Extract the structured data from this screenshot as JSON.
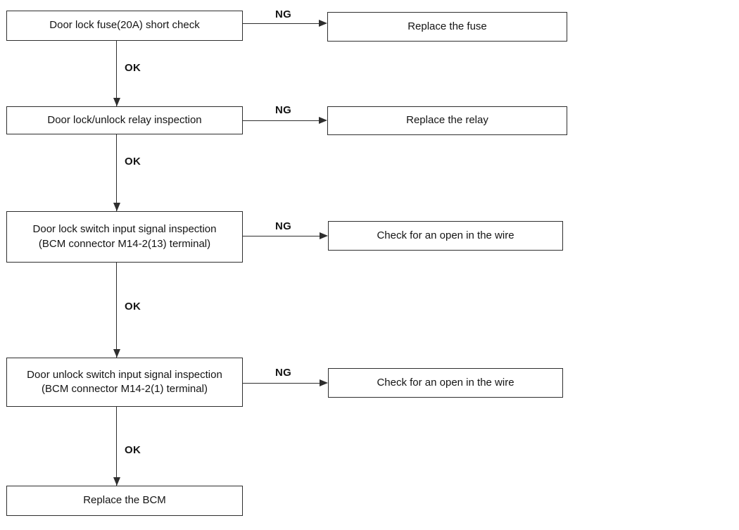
{
  "colors": {
    "line": "#2e2e2e",
    "text": "#141414",
    "background": "#ffffff"
  },
  "flowchart": {
    "type": "troubleshooting-flowchart",
    "steps": [
      {
        "label": "Door lock fuse(20A) short check",
        "branch_label": "NG",
        "branch_result": "Replace the fuse",
        "pass_label": "OK"
      },
      {
        "label": "Door lock/unlock relay inspection",
        "branch_label": "NG",
        "branch_result": "Replace the relay",
        "pass_label": "OK"
      },
      {
        "label": "Door lock switch input signal inspection\n(BCM connector M14-2(13) terminal)",
        "branch_label": "NG",
        "branch_result": "Check for an open in the wire",
        "pass_label": "OK"
      },
      {
        "label": "Door unlock switch input signal inspection\n(BCM connector M14-2(1) terminal)",
        "branch_label": "NG",
        "branch_result": "Check for an open in the wire",
        "pass_label": "OK"
      }
    ],
    "final_step": {
      "label": "Replace the BCM"
    }
  }
}
